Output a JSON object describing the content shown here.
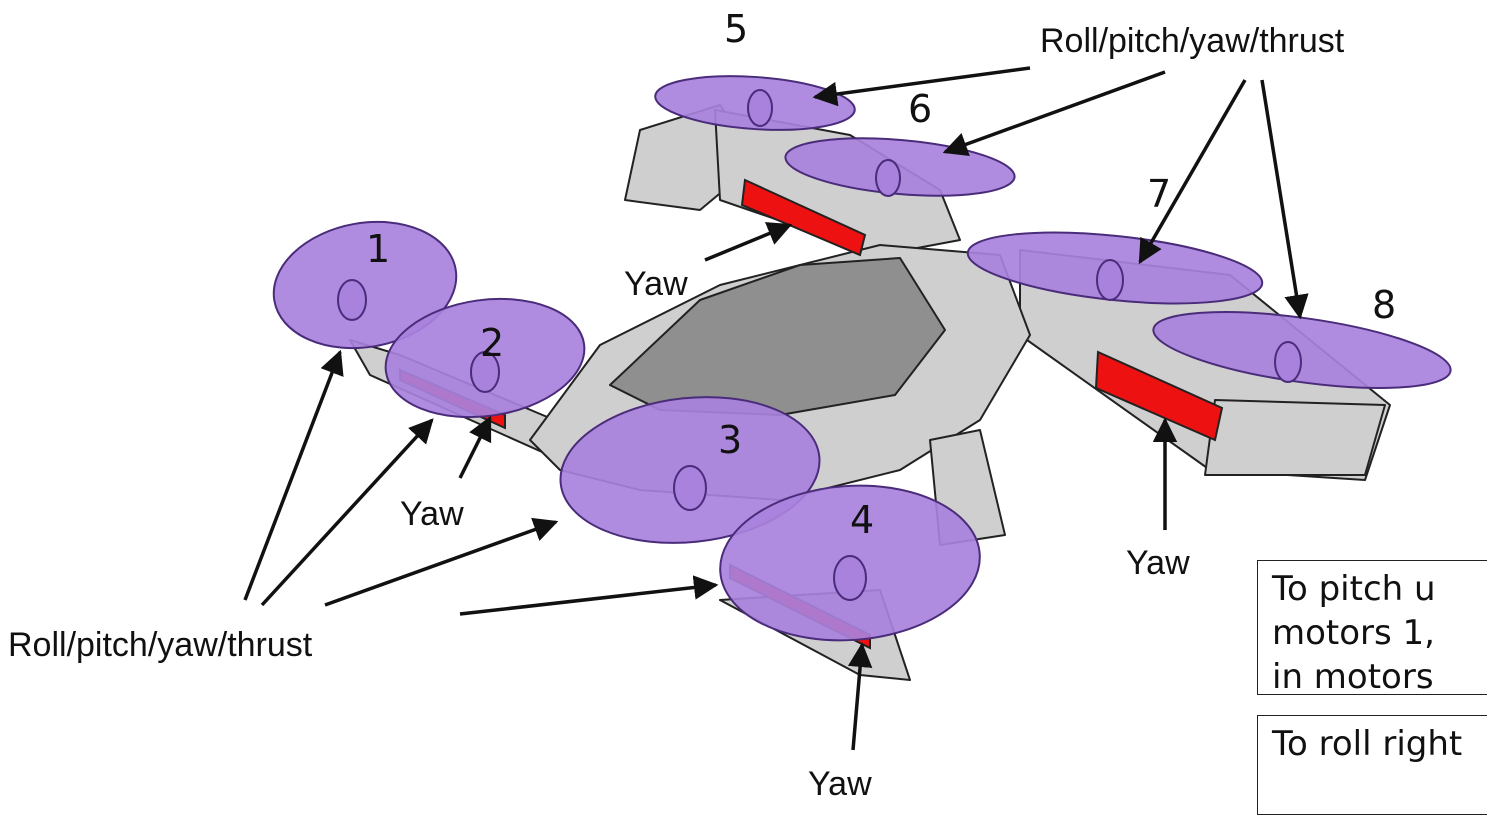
{
  "motors": [
    {
      "number": "1"
    },
    {
      "number": "2"
    },
    {
      "number": "3"
    },
    {
      "number": "4"
    },
    {
      "number": "5"
    },
    {
      "number": "6"
    },
    {
      "number": "7"
    },
    {
      "number": "8"
    }
  ],
  "labels": {
    "control_top": "Roll/pitch/yaw/thrust",
    "control_left": "Roll/pitch/yaw/thrust",
    "yaw": "Yaw"
  },
  "notes": {
    "pitch_lines": [
      "To pitch u",
      "motors 1,",
      "in motors"
    ],
    "roll_line": "To roll right"
  },
  "colors": {
    "rotor_fill": "#a882dd",
    "rotor_stroke": "#4a2c7a",
    "body_fill": "#cfcfcf",
    "canopy_fill": "#8f8f8f",
    "control_surface": "#ee1111"
  }
}
